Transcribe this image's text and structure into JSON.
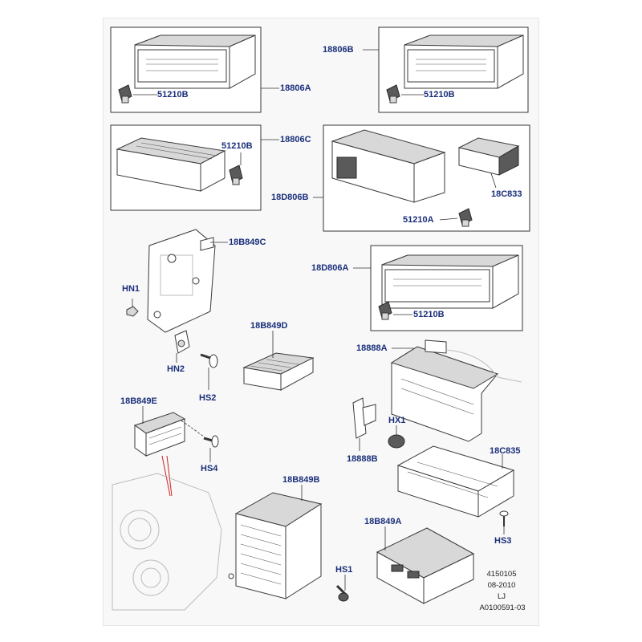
{
  "callouts": {
    "c1": "18806A",
    "c2": "51210B",
    "c3": "18806B",
    "c4": "51210B",
    "c5": "18806C",
    "c6": "51210B",
    "c7": "18D806B",
    "c8": "18C833",
    "c9": "51210A",
    "c10": "18B849C",
    "c11": "18D806A",
    "c12": "51210B",
    "c13": "HN1",
    "c14": "HN2",
    "c15": "HS2",
    "c16": "18B849D",
    "c17": "18888A",
    "c18": "18B849E",
    "c19": "HS4",
    "c20": "HX1",
    "c21": "18888B",
    "c22": "18C835",
    "c23": "18B849B",
    "c24": "18B849A",
    "c25": "HS3",
    "c26": "HS1"
  },
  "reference_block": {
    "number": "4150105",
    "date": "08-2010",
    "initials": "LJ",
    "code": "A0100591-03"
  },
  "colors": {
    "callout": "#1a2f7a",
    "leader": "#333333",
    "indicator_line": "#d02020"
  }
}
